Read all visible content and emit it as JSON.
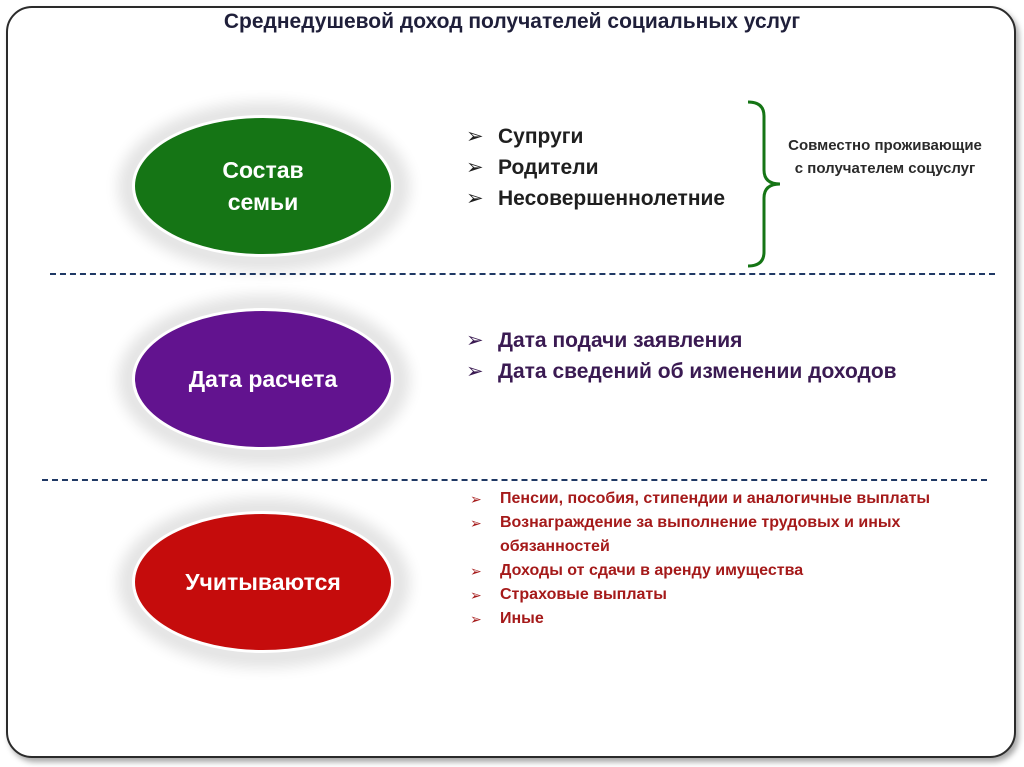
{
  "title": "Среднедушевой доход получателей социальных услуг",
  "colors": {
    "green": "#157515",
    "purple": "#62138f",
    "red": "#c50c0c",
    "checkmark": "#1a1a1a"
  },
  "sections": [
    {
      "oval_lines": [
        "Состав",
        "семьи"
      ],
      "items": [
        "Супруги",
        "Родители",
        "Несовершеннолетние"
      ],
      "bracket_note": "Совместно проживающие с получателем соцуслуг"
    },
    {
      "oval_lines": [
        "Дата расчета"
      ],
      "items": [
        "Дата подачи заявления",
        "Дата сведений об изменении доходов"
      ]
    },
    {
      "oval_lines": [
        "Учитываются"
      ],
      "items": [
        "Пенсии, пособия, стипендии и аналогичные выплаты",
        "Вознаграждение за выполнение трудовых и иных обязанностей",
        "Доходы от сдачи в аренду имущества",
        "Страховые выплаты",
        "Иные"
      ]
    }
  ],
  "checkmark_icon": "checkmark-arrow-icon"
}
